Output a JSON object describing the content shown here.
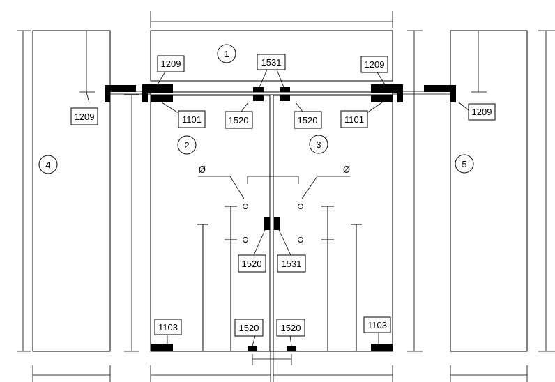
{
  "panels": {
    "p1": "1",
    "p2": "2",
    "p3": "3",
    "p4": "4",
    "p5": "5"
  },
  "callouts": {
    "frame_top_left": "1209",
    "frame_top_right": "1209",
    "hinge_top_center": "1531",
    "wall_left": "1209",
    "wall_right": "1209",
    "clamp_left": "1101",
    "clamp_right": "1101",
    "patch_top_left": "1520",
    "patch_top_right": "1520",
    "lock_left": "1520",
    "lock_right": "1531",
    "floor_left": "1103",
    "floor_right": "1103",
    "bottom_patch_left": "1520",
    "bottom_patch_right": "1520"
  },
  "symbols": {
    "diameter_left": "Ø",
    "diameter_right": "Ø"
  }
}
